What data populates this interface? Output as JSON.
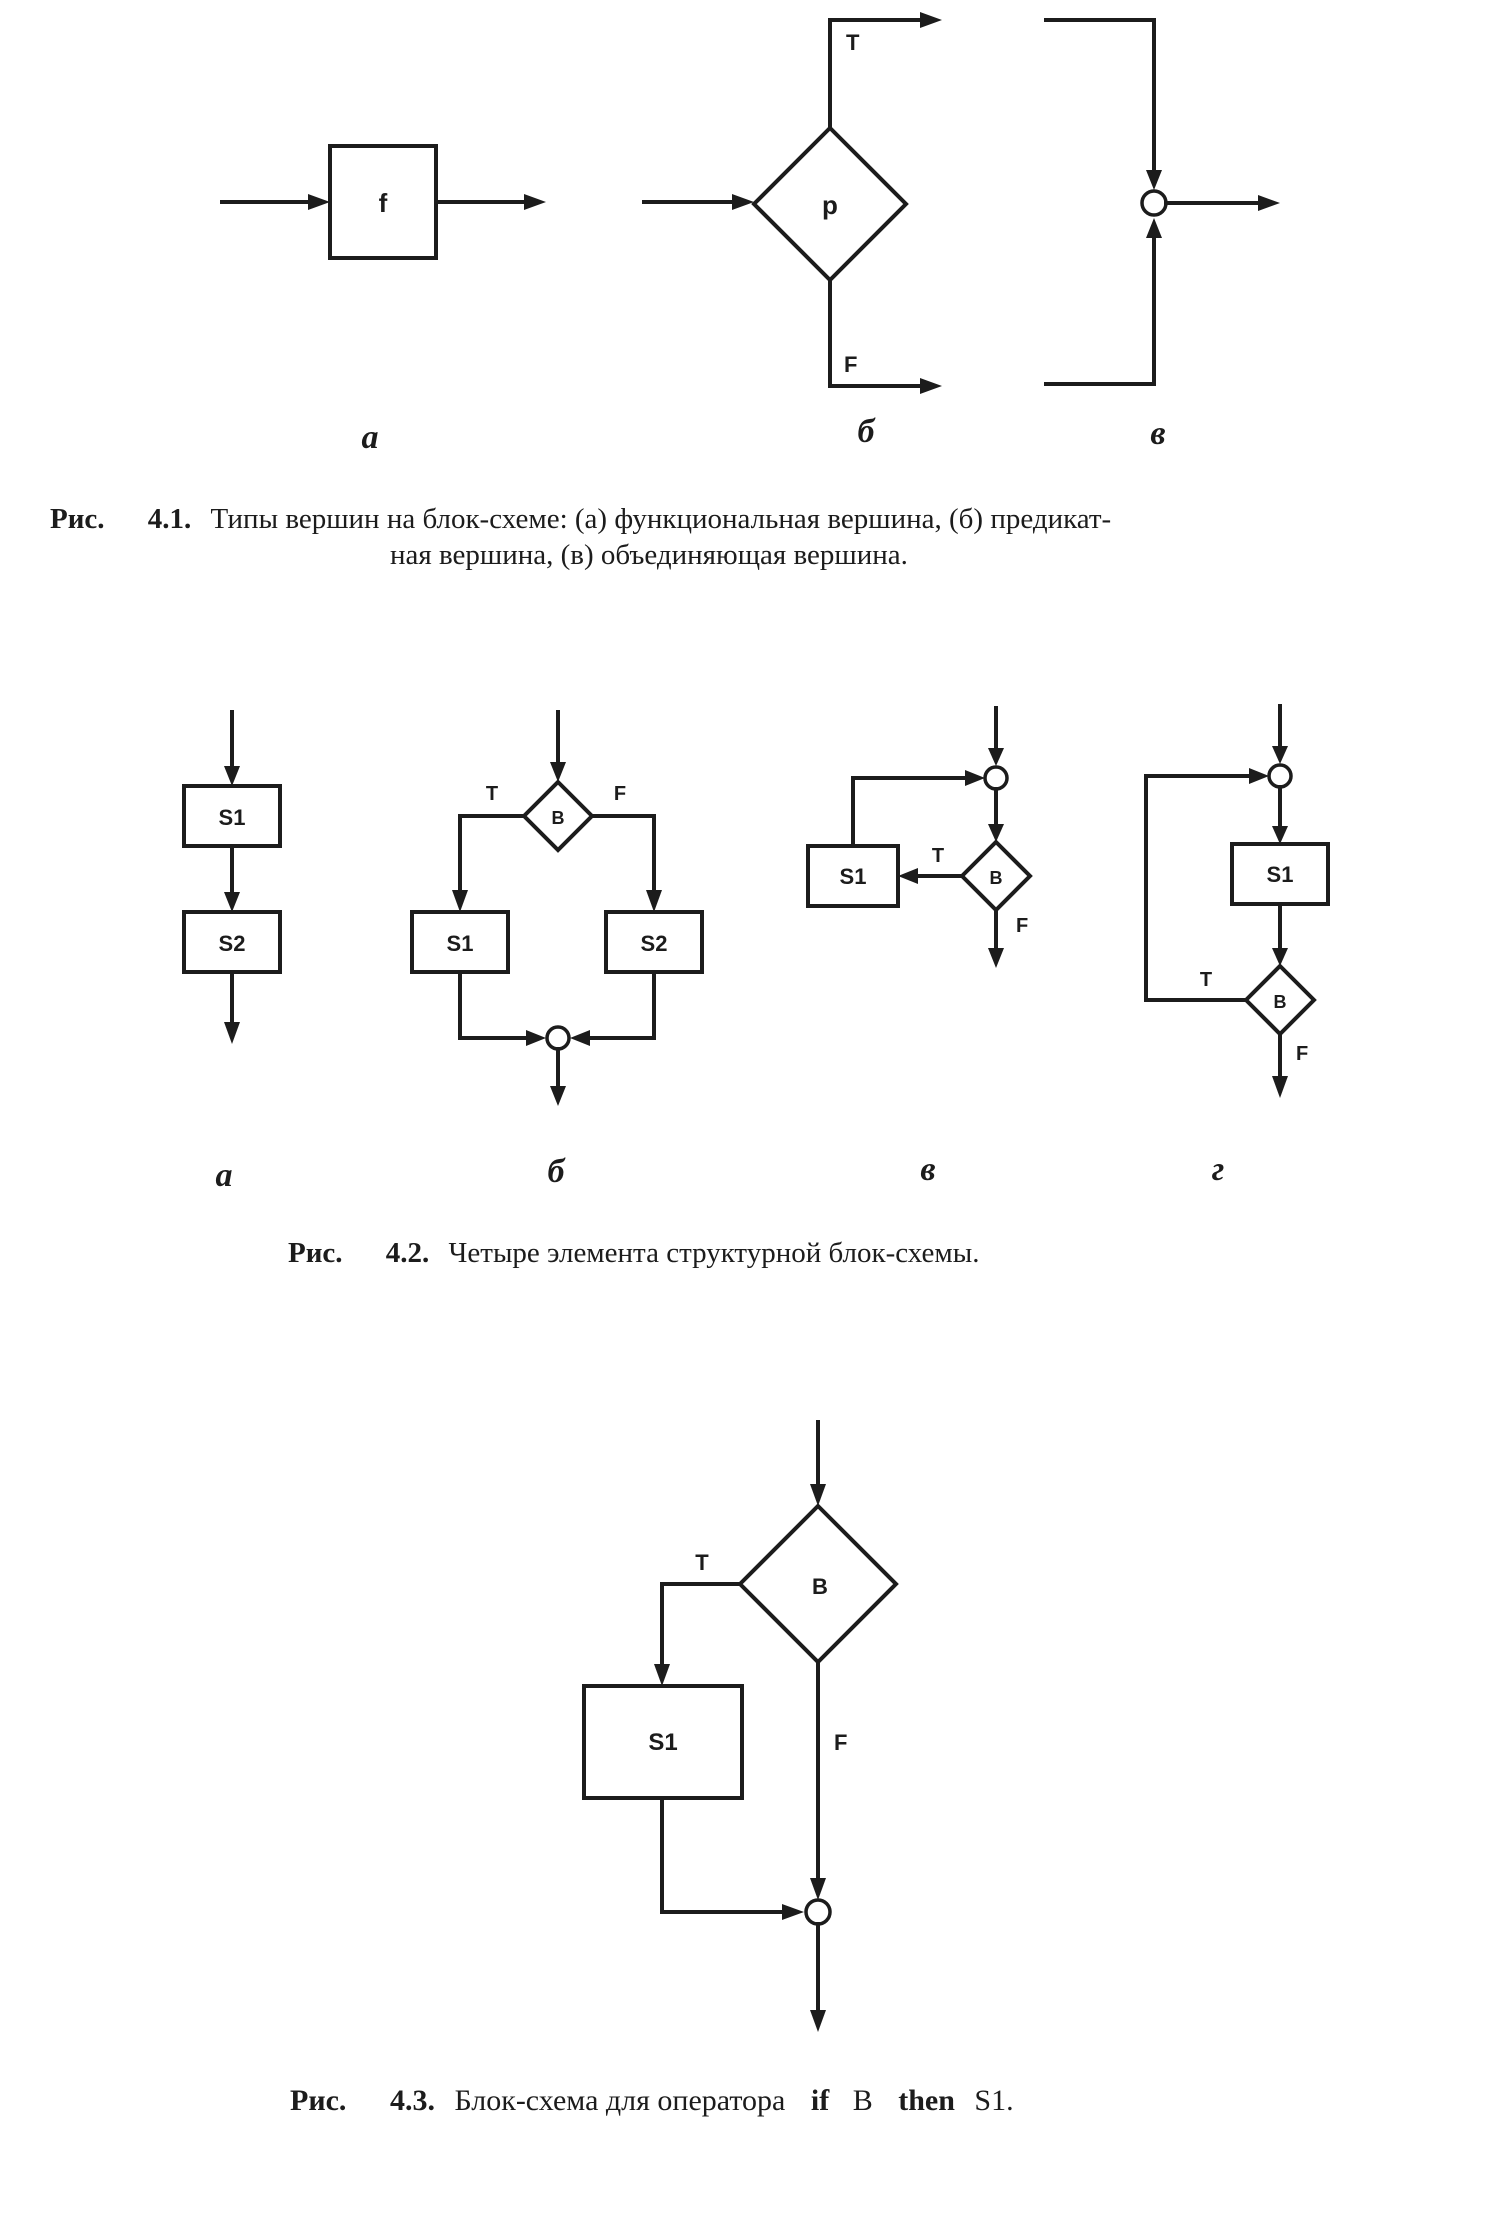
{
  "figure_4_1": {
    "function_vertex_label": "f",
    "predicate_vertex_label": "p",
    "true_label": "T",
    "false_label": "F",
    "sublabels": [
      "а",
      "б",
      "в"
    ],
    "caption": {
      "prefix": "Рис.",
      "number": "4.1.",
      "line1": "Типы вершин на блок-схеме: (а) функциональная вершина, (б) предикат-",
      "line2": "ная вершина, (в) объединяющая вершина."
    }
  },
  "figure_4_2": {
    "a": {
      "box1": "S1",
      "box2": "S2"
    },
    "b": {
      "condition": "B",
      "true_label": "T",
      "false_label": "F",
      "left_box": "S1",
      "right_box": "S2"
    },
    "c": {
      "box": "S1",
      "condition": "B",
      "true_label": "T",
      "false_label": "F"
    },
    "d": {
      "box": "S1",
      "condition": "B",
      "true_label": "T",
      "false_label": "F"
    },
    "sublabels": [
      "а",
      "б",
      "в",
      "г"
    ],
    "caption": {
      "prefix": "Рис.",
      "number": "4.2.",
      "text": "Четыре элемента структурной блок-схемы."
    }
  },
  "figure_4_3": {
    "condition": "B",
    "true_label": "T",
    "false_label": "F",
    "box": "S1",
    "caption": {
      "prefix": "Рис.",
      "number": "4.3.",
      "text_before": "Блок-схема для оператора",
      "kw_if": "if",
      "cond": "B",
      "kw_then": "then",
      "stmt": "S1."
    }
  }
}
